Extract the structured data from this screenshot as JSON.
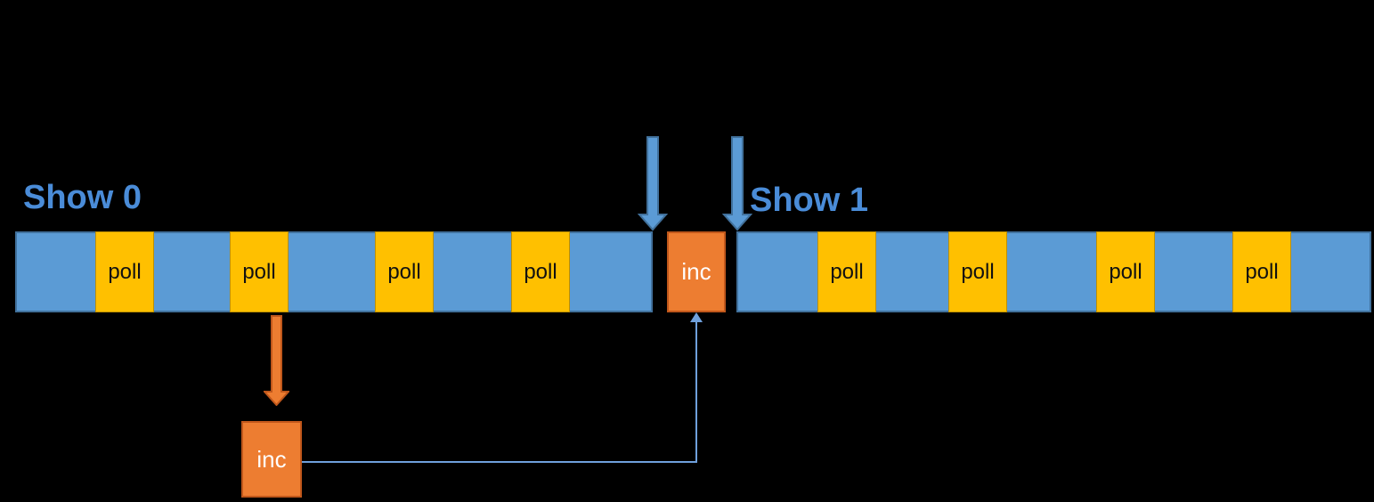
{
  "labels": {
    "show0": "Show 0",
    "show1": "Show 1"
  },
  "timeline": {
    "segments": [
      {
        "name": "Show 0",
        "blocks": [
          "poll",
          "poll",
          "poll",
          "poll"
        ]
      },
      {
        "name": "Show 1",
        "blocks": [
          "poll",
          "poll",
          "poll",
          "poll"
        ]
      }
    ]
  },
  "events": {
    "inc_inline": "inc",
    "inc_below": "inc"
  },
  "colors": {
    "background": "#000000",
    "bar_blue": "#5B9BD5",
    "bar_border": "#41719C",
    "poll_yellow": "#FFC000",
    "poll_border": "#BF9000",
    "inc_orange": "#ED7D31",
    "inc_border": "#C0571B",
    "label_blue": "#4A8CD8",
    "connector_blue": "#6FA0DC"
  }
}
